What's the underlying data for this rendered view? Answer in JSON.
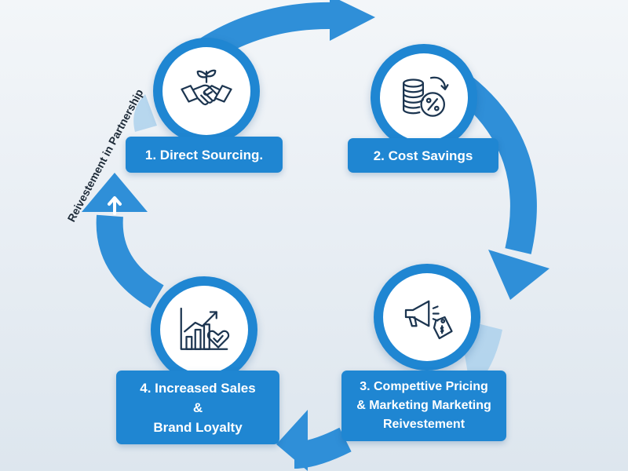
{
  "diagram": {
    "colors": {
      "primary": "#1f86d2",
      "arrow": "#2f8fd8",
      "arrow_light": "#a9cfec",
      "icon_stroke": "#1c3550",
      "text_light": "#ffffff"
    },
    "curve_caption": "Reivestement in Partnership",
    "steps": [
      {
        "label": "1. Direct Sourcing.",
        "icon": "handshake-plant-icon"
      },
      {
        "label": "2. Cost Savings",
        "icon": "coins-percent-icon"
      },
      {
        "label": "3. Compettive Pricing\n& Marketing Marketing\nReivestement",
        "icon": "megaphone-price-tag-icon"
      },
      {
        "label": "4. Increased Sales\n&\nBrand Loyalty",
        "icon": "growth-chart-heart-icon"
      }
    ]
  }
}
